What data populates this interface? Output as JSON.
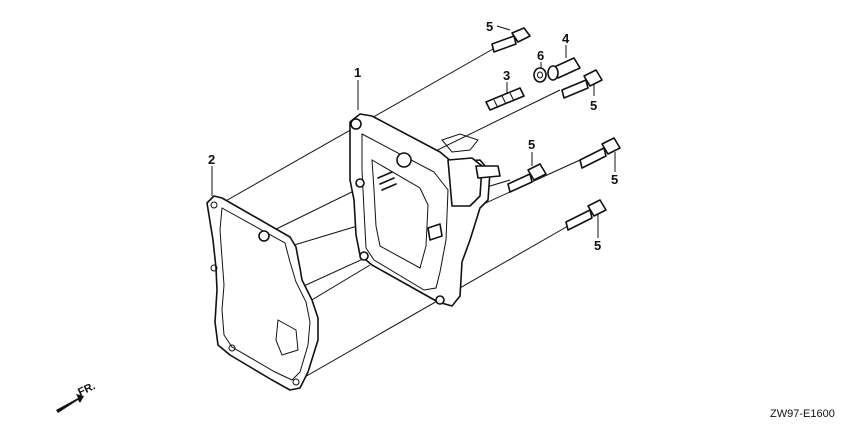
{
  "callouts": {
    "p1": "1",
    "p2": "2",
    "p3": "3",
    "p4": "4",
    "p5": "5",
    "p6": "6"
  },
  "front_indicator": "FR.",
  "diagram_code": "ZW97-E1600"
}
